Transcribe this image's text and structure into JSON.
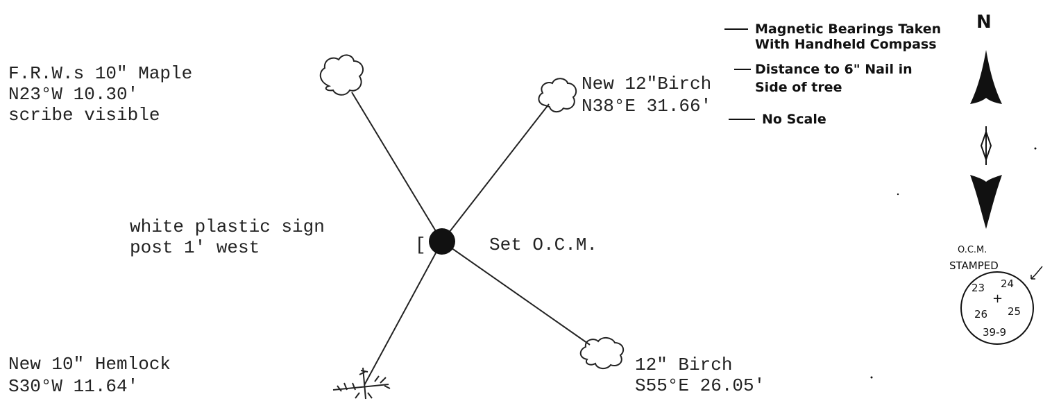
{
  "center": {
    "label": "Set O.C.M."
  },
  "sign": {
    "line1": "white plastic sign",
    "line2": "post 1' west"
  },
  "trees": [
    {
      "id": "maple",
      "lines": [
        "F.R.W.s 10\" Maple",
        "N23°W 10.30'",
        "scribe visible"
      ]
    },
    {
      "id": "birch_ne",
      "lines": [
        "New 12\"Birch",
        "N38°E 31.66'"
      ]
    },
    {
      "id": "hemlock",
      "lines": [
        "New 10\" Hemlock",
        "S30°W 11.64'"
      ]
    },
    {
      "id": "birch_se",
      "lines": [
        "12\" Birch",
        "S55°E 26.05'"
      ]
    }
  ],
  "notes": [
    "Magnetic Bearings Taken",
    "With Handheld Compass",
    "Distance to 6\" Nail in",
    "Side of tree",
    "No Scale"
  ],
  "north_label": "N",
  "ocm_stamp": {
    "label1": "O.C.M.",
    "label2": "STAMPED",
    "values": [
      "23",
      "24",
      "26",
      "25",
      "39-9"
    ]
  }
}
